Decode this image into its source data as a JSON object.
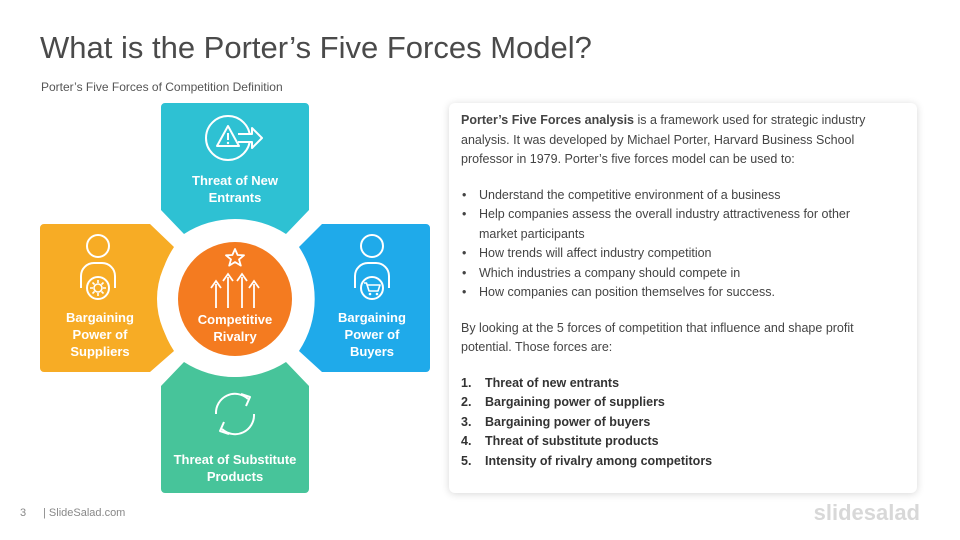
{
  "slide": {
    "title": "What is the Porter’s Five Forces Model?",
    "subtitle": "Porter’s  Five Forces of Competition  Definition",
    "page_number": "3",
    "site": "| SlideSalad.com",
    "logo": "slidesalad"
  },
  "diagram": {
    "top": {
      "label": "Threat of New Entrants",
      "color": "#2ec1d3",
      "icon": "warning-arrow-icon"
    },
    "left": {
      "label": "Bargaining Power of Suppliers",
      "color": "#f7ac25",
      "icon": "supplier-person-gear-icon"
    },
    "right": {
      "label": "Bargaining Power of Buyers",
      "color": "#1faaea",
      "icon": "buyer-person-cart-icon"
    },
    "bottom": {
      "label": "Threat of Substitute Products",
      "color": "#47c49a",
      "icon": "substitute-arrows-icon"
    },
    "center": {
      "label": "Competitive Rivalry",
      "color": "#f47b20",
      "icon": "rivalry-arrows-star-icon"
    }
  },
  "description": {
    "intro_bold": "Porter’s Five Forces analysis",
    "intro_rest": " is a framework  used for strategic industry analysis. It was developed by Michael Porter, Harvard Business School professor in 1979. Porter’s five forces model can be used to:",
    "bullets": [
      "Understand the competitive environment  of a business",
      "Help companies  assess the overall industry attractiveness for other market participants",
      "How trends will affect industry competition",
      "Which industries  a company should compete in",
      "How companies  can position themselves for success."
    ],
    "outro": "By looking  at the 5 forces of competition that influence  and shape profit potential.  Those forces are:",
    "forces": [
      {
        "num": "1.",
        "text": "Threat of new entrants"
      },
      {
        "num": "2.",
        "text": "Bargaining  power of suppliers"
      },
      {
        "num": "3.",
        "text": "Bargaining  power of buyers"
      },
      {
        "num": "4.",
        "text": "Threat of substitute products"
      },
      {
        "num": "5.",
        "text": "Intensity of rivalry among competitors"
      }
    ]
  }
}
